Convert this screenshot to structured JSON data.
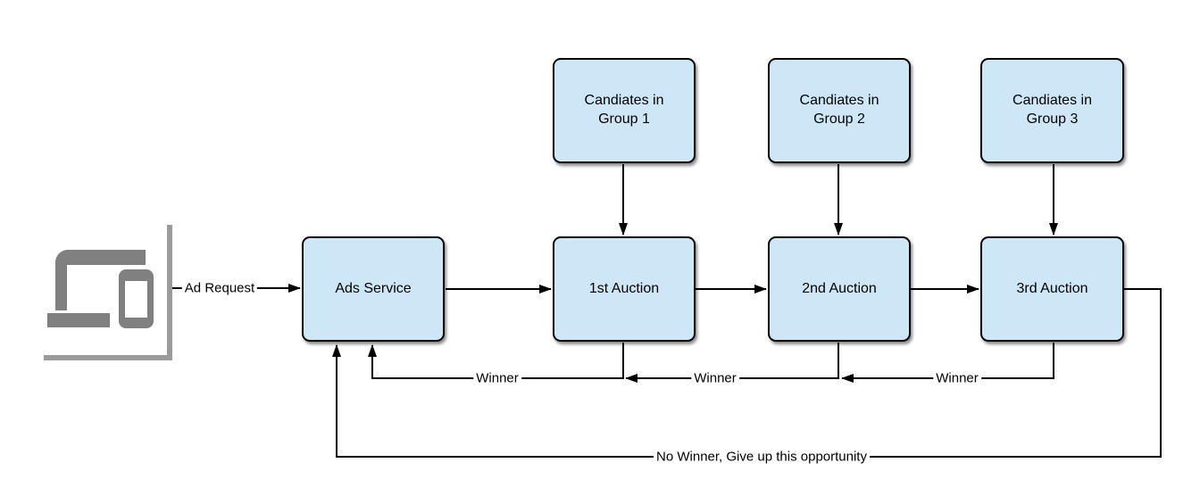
{
  "diagram": {
    "colors": {
      "canvas_bg": "#ffffff",
      "node_fill": "#cde7f6",
      "node_border": "#000000",
      "line_color": "#000000",
      "icon_color": "#808080",
      "card_shadow": "#9b9b9b"
    },
    "nodes": {
      "candidates_1": {
        "label": "Candiates in\nGroup 1"
      },
      "candidates_2": {
        "label": "Candiates in\nGroup 2"
      },
      "candidates_3": {
        "label": "Candiates in\nGroup 3"
      },
      "ads_service": {
        "label": "Ads Service"
      },
      "auction_1": {
        "label": "1st Auction"
      },
      "auction_2": {
        "label": "2nd Auction"
      },
      "auction_3": {
        "label": "3rd Auction"
      }
    },
    "edge_labels": {
      "ad_request": "Ad Request",
      "winner_1": "Winner",
      "winner_2": "Winner",
      "winner_3": "Winner",
      "no_winner": "No Winner, Give up this opportunity"
    }
  }
}
